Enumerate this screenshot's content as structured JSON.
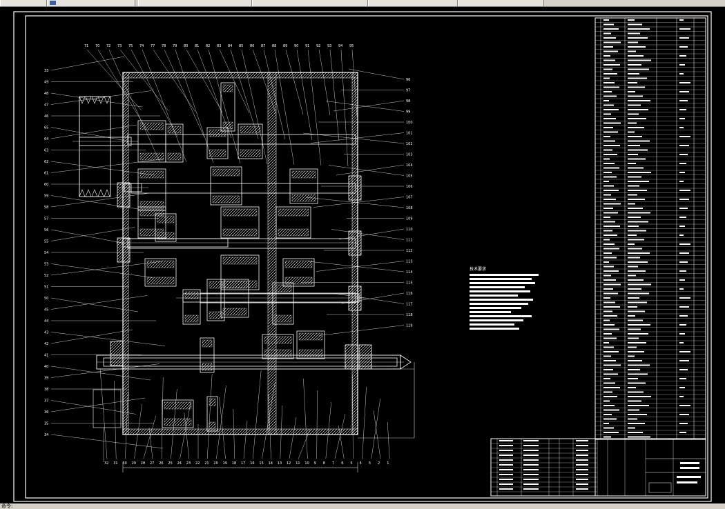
{
  "tabs": [
    {
      "label": ""
    },
    {
      "label": ""
    },
    {
      "label": ""
    },
    {
      "label": ""
    },
    {
      "label": ""
    },
    {
      "label": ""
    }
  ],
  "drawing": {
    "background": "#000000",
    "line_color": "#ffffff",
    "accent_color": "#d0d0d0",
    "balloon_numbers_top": [
      "71",
      "70",
      "72",
      "73",
      "75",
      "74",
      "77",
      "78",
      "79",
      "80",
      "81",
      "82",
      "83",
      "84",
      "85",
      "86",
      "87",
      "88",
      "89",
      "90",
      "91",
      "92",
      "93",
      "94",
      "95"
    ],
    "balloon_numbers_left": [
      "33",
      "49",
      "48",
      "47",
      "46",
      "65",
      "64",
      "63",
      "62",
      "61",
      "60",
      "59",
      "58",
      "57",
      "56",
      "55",
      "54",
      "53",
      "52",
      "51",
      "50",
      "45",
      "44",
      "43",
      "42",
      "41",
      "40",
      "39",
      "38",
      "37",
      "36",
      "35",
      "34"
    ],
    "balloon_numbers_right": [
      "96",
      "97",
      "98",
      "99",
      "100",
      "101",
      "102",
      "103",
      "104",
      "105",
      "106",
      "107",
      "108",
      "109",
      "110",
      "111",
      "112",
      "113",
      "114",
      "115",
      "116",
      "117",
      "118",
      "119"
    ],
    "balloon_numbers_bottom": [
      "32",
      "31",
      "30",
      "29",
      "28",
      "27",
      "26",
      "25",
      "24",
      "23",
      "22",
      "21",
      "20",
      "19",
      "18",
      "17",
      "16",
      "15",
      "14",
      "13",
      "12",
      "11",
      "10",
      "9",
      "8",
      "7",
      "6",
      "5",
      "4",
      "3",
      "2",
      "1"
    ],
    "notes_title": "技术要求"
  },
  "status": {
    "text": "命令:"
  }
}
